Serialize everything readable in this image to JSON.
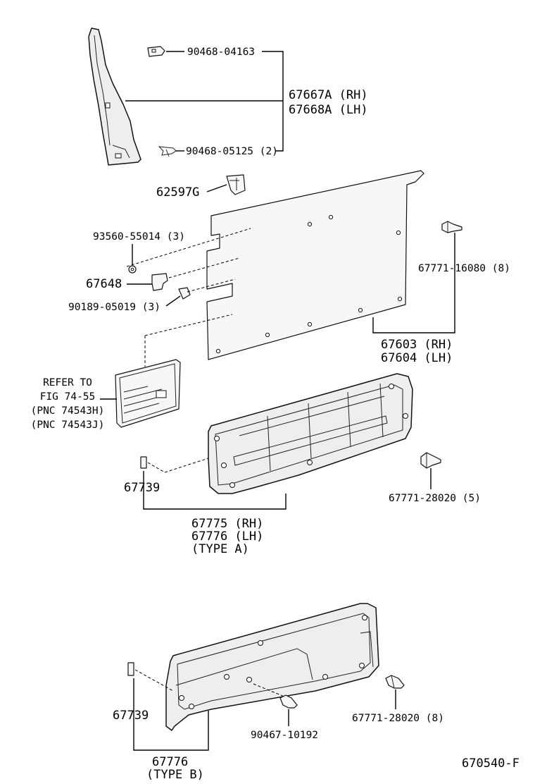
{
  "diagram": {
    "figure_code": "670540-F",
    "parts": {
      "clip_upper": "90468-04163",
      "pillar_rh": "67667A (RH)",
      "pillar_lh": "67668A (LH)",
      "clip_lower": "90468-05125 (2)",
      "bracket": "62597G",
      "nut": "93560-55014 (3)",
      "retainer": "67648",
      "screw": "90189-05019 (3)",
      "clip_board": "67771-16080 (8)",
      "board_rh": "67603 (RH)",
      "board_lh": "67604 (LH)",
      "refer_line1": "REFER TO",
      "refer_line2": "FIG 74-55",
      "refer_line3": "(PNC 74543H)",
      "refer_line4": "(PNC 74543J)",
      "cap_a": "67739",
      "clip_type_a": "67771-28020 (5)",
      "trim_a_rh": "67775 (RH)",
      "trim_a_lh": "67776 (LH)",
      "trim_a_type": "(TYPE  A)",
      "cap_b": "67739",
      "bolt_b": "90467-10192",
      "clip_type_b": "67771-28020 (8)",
      "trim_b": "67776",
      "trim_b_type": "(TYPE  B)"
    }
  }
}
